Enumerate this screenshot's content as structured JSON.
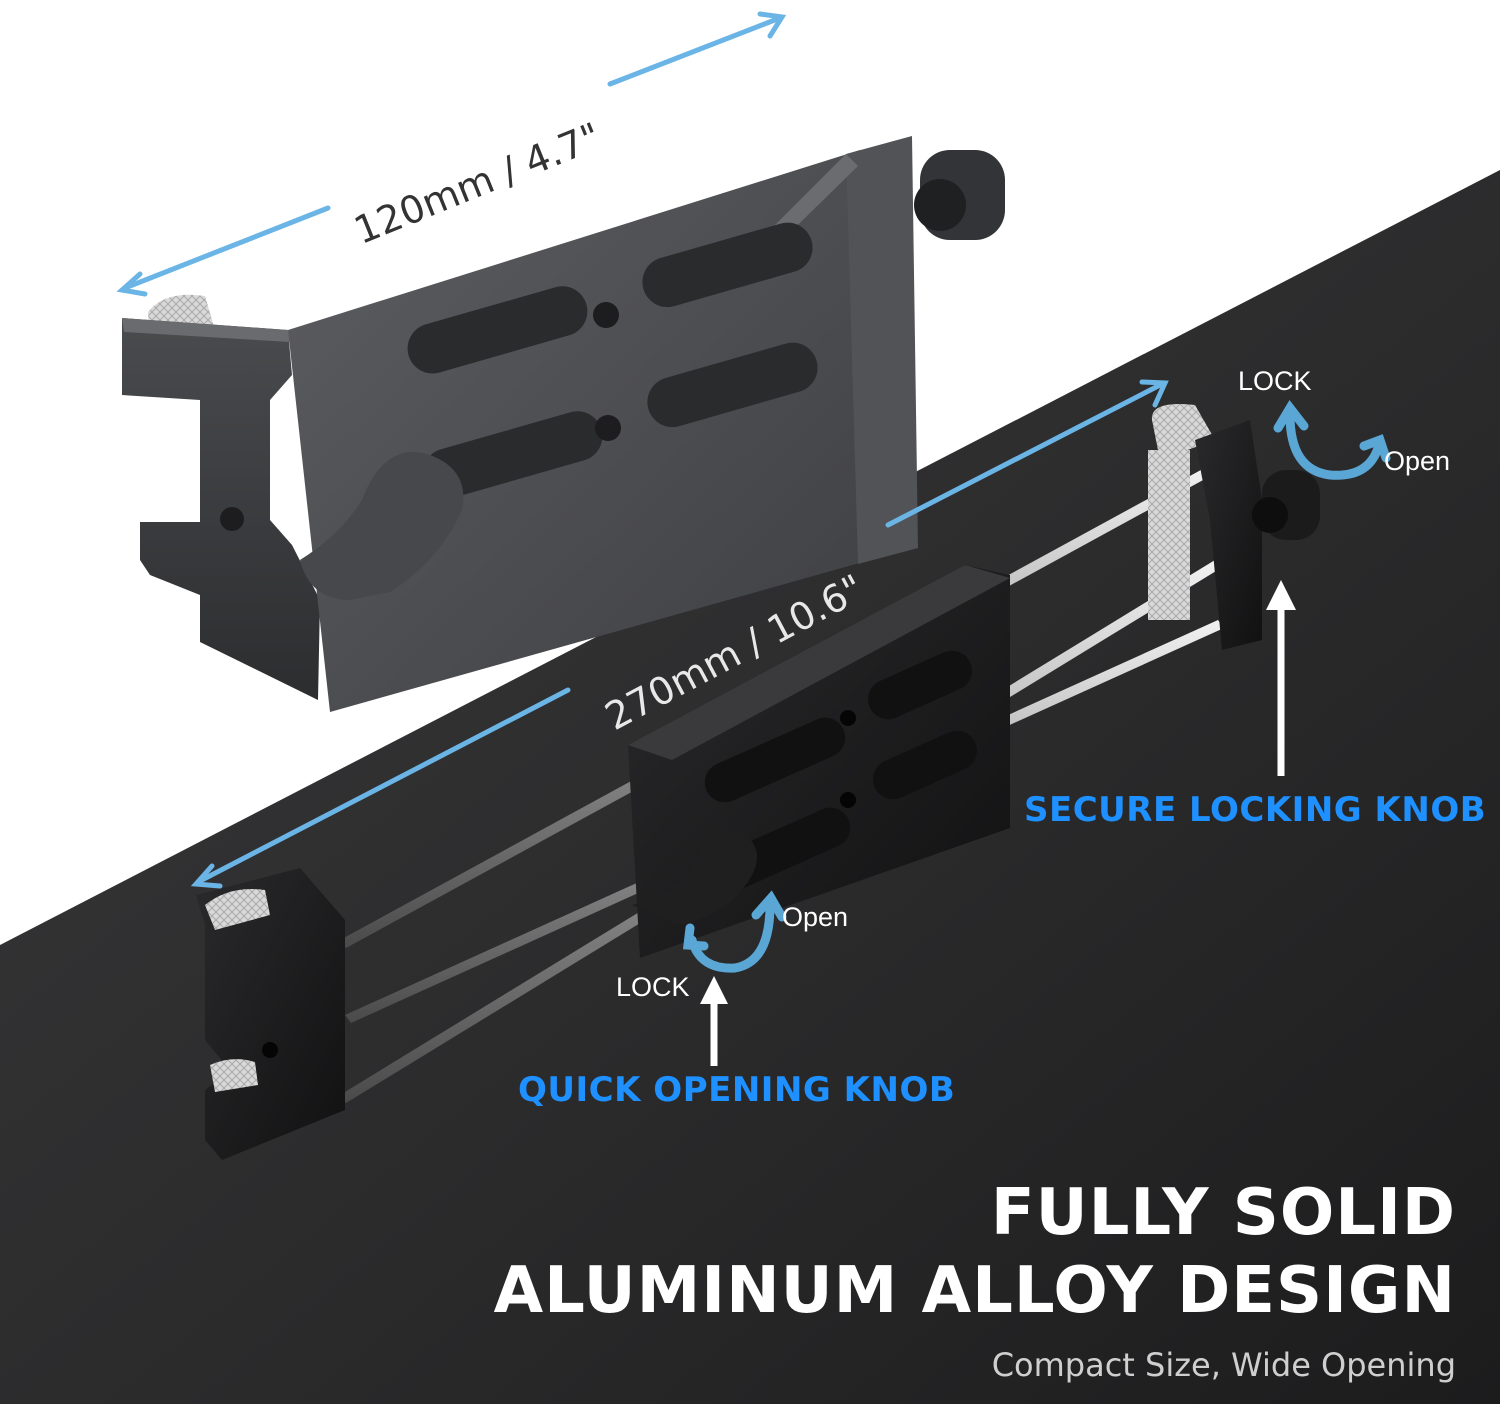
{
  "colors": {
    "accent_blue": "#1e90ff",
    "dimension_arrow": "#6ab4e6",
    "rotation_arrow": "#5aa7d6",
    "background_dark": "#2b2b2c",
    "subtitle_gray": "#cfcfcf",
    "dim_text_dark": "#333333",
    "dim_text_light": "#e8e8e8"
  },
  "dimensions": {
    "closed": "120mm / 4.7\"",
    "extended": "270mm / 10.6\""
  },
  "secure_knob": {
    "title": "SECURE LOCKING KNOB",
    "lock_label": "LOCK",
    "open_label": "Open"
  },
  "quick_knob": {
    "title": "QUICK OPENING KNOB",
    "lock_label": "LOCK",
    "open_label": "Open"
  },
  "headline": {
    "line1": "FULLY SOLID",
    "line2": "ALUMINUM ALLOY DESIGN",
    "subtitle": "Compact Size, Wide Opening"
  },
  "icons": [
    "dimension-arrow-icon",
    "rotation-arrow-icon",
    "pointer-arrow-icon"
  ]
}
